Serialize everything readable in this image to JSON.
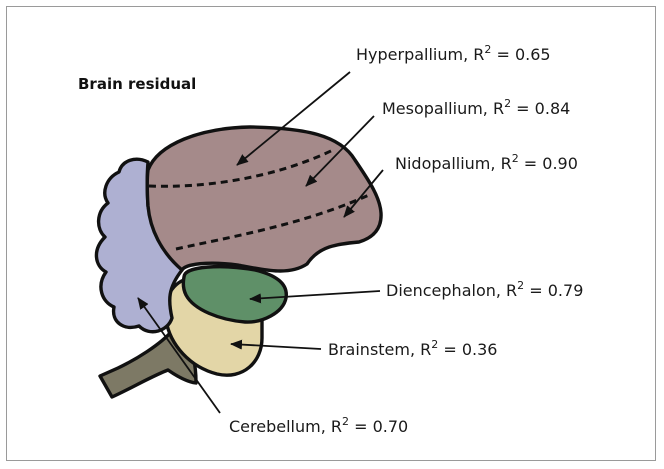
{
  "title": "Brain residual",
  "colors": {
    "pallium": "#a58a8a",
    "cerebellum": "#aeb0d2",
    "diencephalon": "#5f9068",
    "brainstem": "#e3d6a7",
    "spinal_cord": "#7d7965",
    "outline": "#111111",
    "frame": "#9a9a9a"
  },
  "regions": [
    {
      "id": "hyperpallium",
      "name": "Hyperpallium",
      "r2_prefix": "R",
      "r2_exp": "2",
      "r2_value": " = 0.65"
    },
    {
      "id": "mesopallium",
      "name": "Mesopallium",
      "r2_prefix": "R",
      "r2_exp": "2",
      "r2_value": " = 0.84"
    },
    {
      "id": "nidopallium",
      "name": "Nidopallium",
      "r2_prefix": "R",
      "r2_exp": "2",
      "r2_value": " = 0.90"
    },
    {
      "id": "diencephalon",
      "name": "Diencephalon",
      "r2_prefix": "R",
      "r2_exp": "2",
      "r2_value": " = 0.79"
    },
    {
      "id": "brainstem",
      "name": "Brainstem",
      "r2_prefix": "R",
      "r2_exp": "2",
      "r2_value": " = 0.36"
    },
    {
      "id": "cerebellum",
      "name": "Cerebellum",
      "r2_prefix": "R",
      "r2_exp": "2",
      "r2_value": " = 0.70"
    }
  ]
}
